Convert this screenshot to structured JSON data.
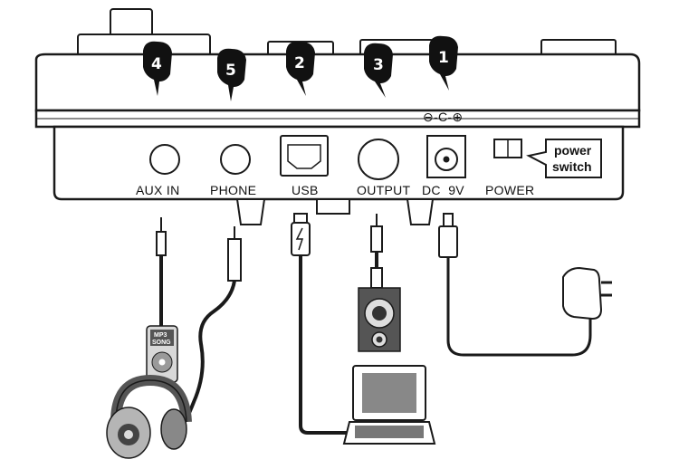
{
  "device": {
    "ports": {
      "aux_in": "AUX IN",
      "phone": "PHONE",
      "usb": "USB",
      "output": "OUTPUT",
      "dc": "DC  9V",
      "power": "POWER"
    },
    "polarity_symbol": "⊖-C-⊕"
  },
  "callout": {
    "line1": "power",
    "line2": "switch"
  },
  "markers": [
    "1",
    "2",
    "3",
    "4",
    "5"
  ],
  "mp3_player": {
    "line1": "MP3",
    "line2": "SONG"
  },
  "colors": {
    "stroke": "#1a1a1a",
    "marker_fill": "#111111",
    "panel": "#ffffff"
  }
}
